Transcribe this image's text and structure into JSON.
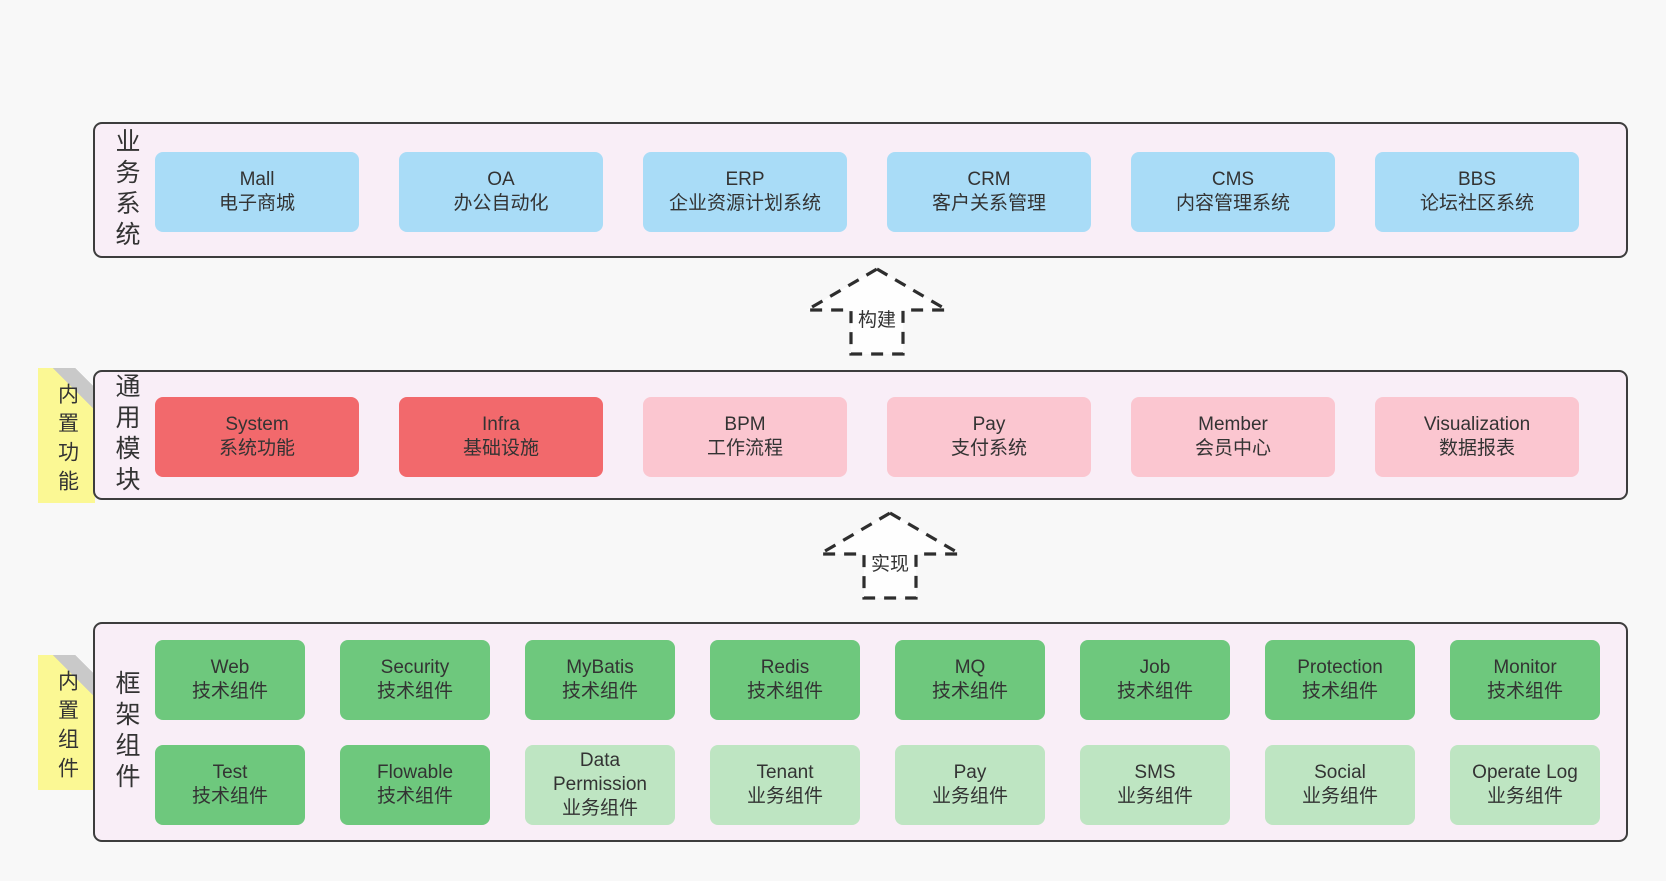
{
  "palette": {
    "page_bg": "#f8f8f8",
    "container_bg": "#f9eef7",
    "container_border": "#3d3d3d",
    "blue": "#a9dcf7",
    "red": "#f2696c",
    "pink": "#fbc6d0",
    "green": "#6ec87d",
    "lightgreen": "#bee5c2",
    "sticky": "#fbf894",
    "sticky_fold": "#c9c9c9",
    "text": "#333333"
  },
  "arrows": [
    {
      "label": "构建"
    },
    {
      "label": "实现"
    }
  ],
  "sections": [
    {
      "label": "业务系统",
      "sticky": null,
      "rows": [
        [
          {
            "title": "Mall",
            "subtitle": "电子商城",
            "variant": "blue"
          },
          {
            "title": "OA",
            "subtitle": "办公自动化",
            "variant": "blue"
          },
          {
            "title": "ERP",
            "subtitle": "企业资源计划系统",
            "variant": "blue"
          },
          {
            "title": "CRM",
            "subtitle": "客户关系管理",
            "variant": "blue"
          },
          {
            "title": "CMS",
            "subtitle": "内容管理系统",
            "variant": "blue"
          },
          {
            "title": "BBS",
            "subtitle": "论坛社区系统",
            "variant": "blue"
          }
        ]
      ]
    },
    {
      "label": "通用模块",
      "sticky": "内置功能",
      "rows": [
        [
          {
            "title": "System",
            "subtitle": "系统功能",
            "variant": "red"
          },
          {
            "title": "Infra",
            "subtitle": "基础设施",
            "variant": "red"
          },
          {
            "title": "BPM",
            "subtitle": "工作流程",
            "variant": "pink"
          },
          {
            "title": "Pay",
            "subtitle": "支付系统",
            "variant": "pink"
          },
          {
            "title": "Member",
            "subtitle": "会员中心",
            "variant": "pink"
          },
          {
            "title": "Visualization",
            "subtitle": "数据报表",
            "variant": "pink"
          }
        ]
      ]
    },
    {
      "label": "框架组件",
      "sticky": "内置组件",
      "rows": [
        [
          {
            "title": "Web",
            "subtitle": "技术组件",
            "variant": "green"
          },
          {
            "title": "Security",
            "subtitle": "技术组件",
            "variant": "green"
          },
          {
            "title": "MyBatis",
            "subtitle": "技术组件",
            "variant": "green"
          },
          {
            "title": "Redis",
            "subtitle": "技术组件",
            "variant": "green"
          },
          {
            "title": "MQ",
            "subtitle": "技术组件",
            "variant": "green"
          },
          {
            "title": "Job",
            "subtitle": "技术组件",
            "variant": "green"
          },
          {
            "title": "Protection",
            "subtitle": "技术组件",
            "variant": "green"
          },
          {
            "title": "Monitor",
            "subtitle": "技术组件",
            "variant": "green"
          }
        ],
        [
          {
            "title": "Test",
            "subtitle": "技术组件",
            "variant": "green"
          },
          {
            "title": "Flowable",
            "subtitle": "技术组件",
            "variant": "green"
          },
          {
            "title": "Data Permission",
            "subtitle": "业务组件",
            "variant": "lightgreen"
          },
          {
            "title": "Tenant",
            "subtitle": "业务组件",
            "variant": "lightgreen"
          },
          {
            "title": "Pay",
            "subtitle": "业务组件",
            "variant": "lightgreen"
          },
          {
            "title": "SMS",
            "subtitle": "业务组件",
            "variant": "lightgreen"
          },
          {
            "title": "Social",
            "subtitle": "业务组件",
            "variant": "lightgreen"
          },
          {
            "title": "Operate Log",
            "subtitle": "业务组件",
            "variant": "lightgreen"
          }
        ]
      ]
    }
  ]
}
